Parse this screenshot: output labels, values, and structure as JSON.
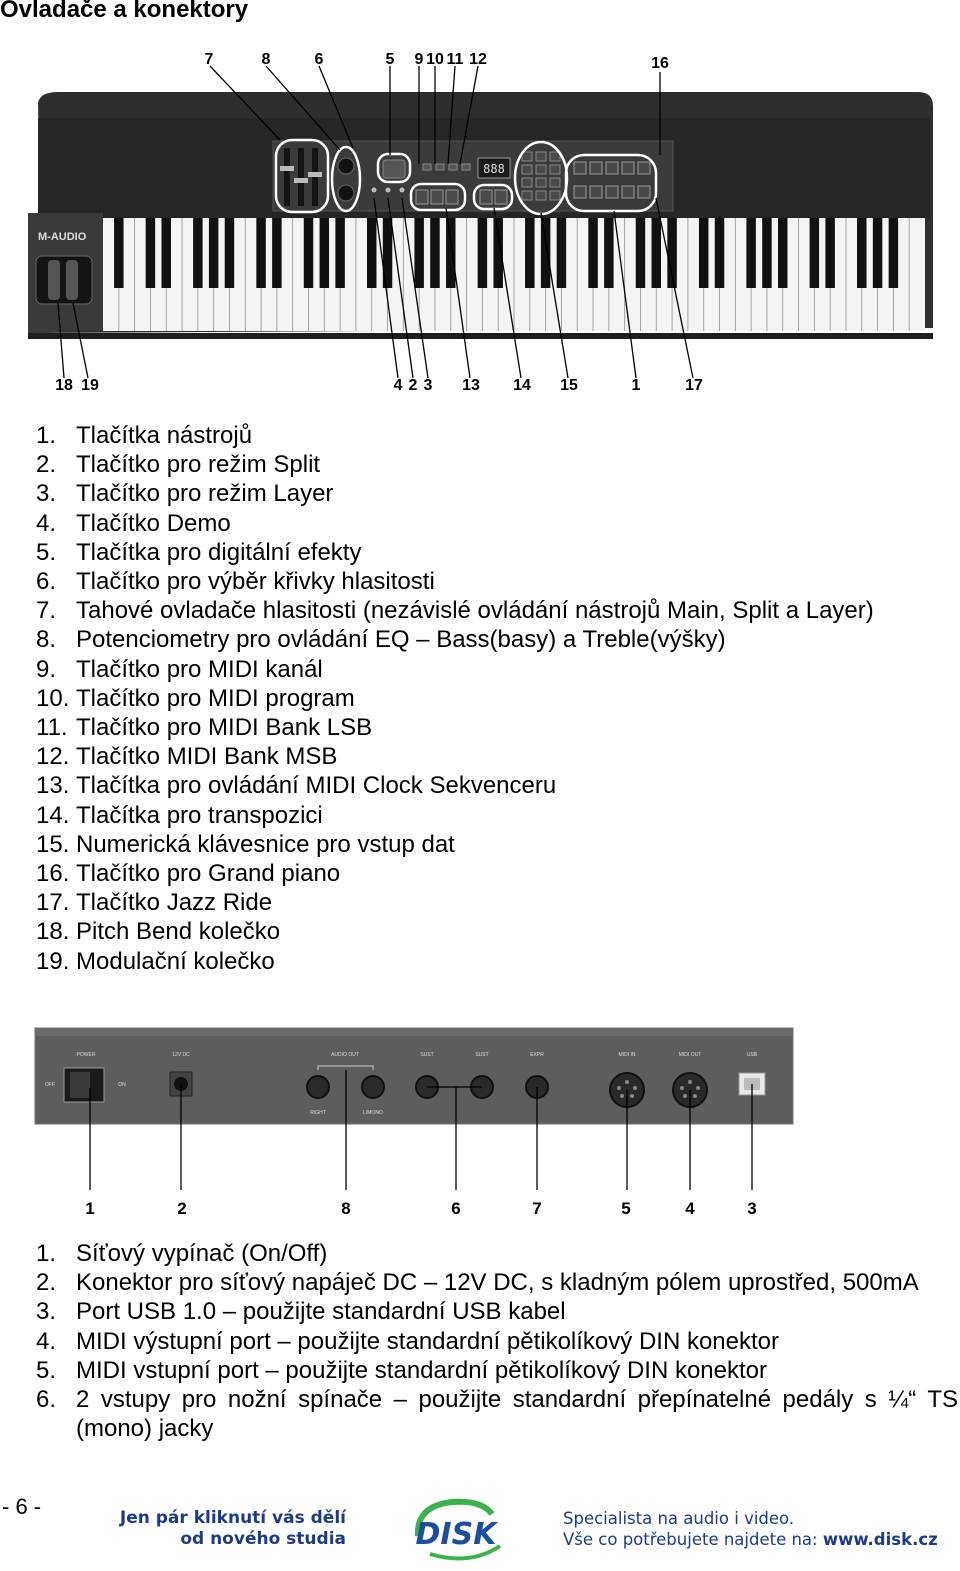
{
  "page": {
    "title": "Ovladače a konektory",
    "page_number": "- 6 -"
  },
  "keyboard_figure": {
    "brand": "M-AUDIO",
    "display": "888",
    "top_callouts": [
      "7",
      "8",
      "6",
      "5",
      "9",
      "10",
      "11",
      "12",
      "16"
    ],
    "bottom_callouts": [
      "18",
      "19",
      "4",
      "2",
      "3",
      "13",
      "14",
      "15",
      "1",
      "17"
    ]
  },
  "controls_list": [
    {
      "num": "1.",
      "text": "Tlačítka nástrojů"
    },
    {
      "num": "2.",
      "text": "Tlačítko pro režim Split"
    },
    {
      "num": "3.",
      "text": "Tlačítko pro režim Layer"
    },
    {
      "num": "4.",
      "text": "Tlačítko Demo"
    },
    {
      "num": "5.",
      "text": "Tlačítka pro digitální efekty"
    },
    {
      "num": "6.",
      "text": "Tlačítko pro výběr křivky hlasitosti"
    },
    {
      "num": "7.",
      "text": "Tahové ovladače hlasitosti (nezávislé ovládání nástrojů Main, Split a Layer)"
    },
    {
      "num": "8.",
      "text": "Potenciometry pro ovládání EQ – Bass(basy) a Treble(výšky)"
    },
    {
      "num": "9.",
      "text": "Tlačítko pro MIDI kanál"
    },
    {
      "num": "10.",
      "text": "Tlačítko pro MIDI program"
    },
    {
      "num": "11.",
      "text": "Tlačítko pro MIDI Bank LSB"
    },
    {
      "num": "12.",
      "text": "Tlačítko MIDI Bank MSB"
    },
    {
      "num": "13.",
      "text": "Tlačítka pro ovládání MIDI Clock Sekvenceru"
    },
    {
      "num": "14.",
      "text": "Tlačítka pro transpozici"
    },
    {
      "num": "15.",
      "text": "Numerická klávesnice pro vstup dat"
    },
    {
      "num": "16.",
      "text": "Tlačítko pro Grand piano"
    },
    {
      "num": "17.",
      "text": "Tlačítko Jazz Ride"
    },
    {
      "num": "18.",
      "text": "Pitch Bend kolečko"
    },
    {
      "num": "19.",
      "text": "Modulační kolečko"
    }
  ],
  "rear_figure": {
    "callouts": [
      "1",
      "2",
      "8",
      "6",
      "7",
      "5",
      "4",
      "3"
    ],
    "panel_labels": [
      "POWER",
      "12V DC",
      "AUDIO OUT",
      "SUST",
      "SUST",
      "EXPR",
      "MIDI IN",
      "MIDI OUT",
      "USB"
    ],
    "switch_labels": [
      "OFF",
      "ON"
    ],
    "audio_labels": [
      "RIGHT",
      "L/MONO"
    ]
  },
  "rear_list": [
    {
      "num": "1.",
      "text": "Síťový vypínač (On/Off)"
    },
    {
      "num": "2.",
      "text": "Konektor pro síťový napáječ DC – 12V DC, s kladným pólem uprostřed, 500mA"
    },
    {
      "num": "3.",
      "text": "Port USB 1.0 – použijte standardní USB kabel"
    },
    {
      "num": "4.",
      "text": "MIDI výstupní port – použijte standardní pětikolíkový DIN konektor"
    },
    {
      "num": "5.",
      "text": "MIDI vstupní port – použijte standardní pětikolíkový DIN konektor"
    },
    {
      "num": "6.",
      "text": "2 vstupy pro nožní spínače – použijte standardní přepínatelné pedály s ¼“ TS (mono) jacky"
    }
  ],
  "footer": {
    "slogan_line1": "Jen pár kliknutí vás dělí",
    "slogan_line2": "od nového studia",
    "logo_text": "DISK",
    "info_line1": "Specialista na audio i video.",
    "info_line2_prefix": "Vše co potřebujete najdete na: ",
    "info_line2_url": "www.disk.cz",
    "colors": {
      "text": "#1b3b8a",
      "logo_blue": "#1c4fa0",
      "logo_green": "#3bb34a"
    }
  }
}
